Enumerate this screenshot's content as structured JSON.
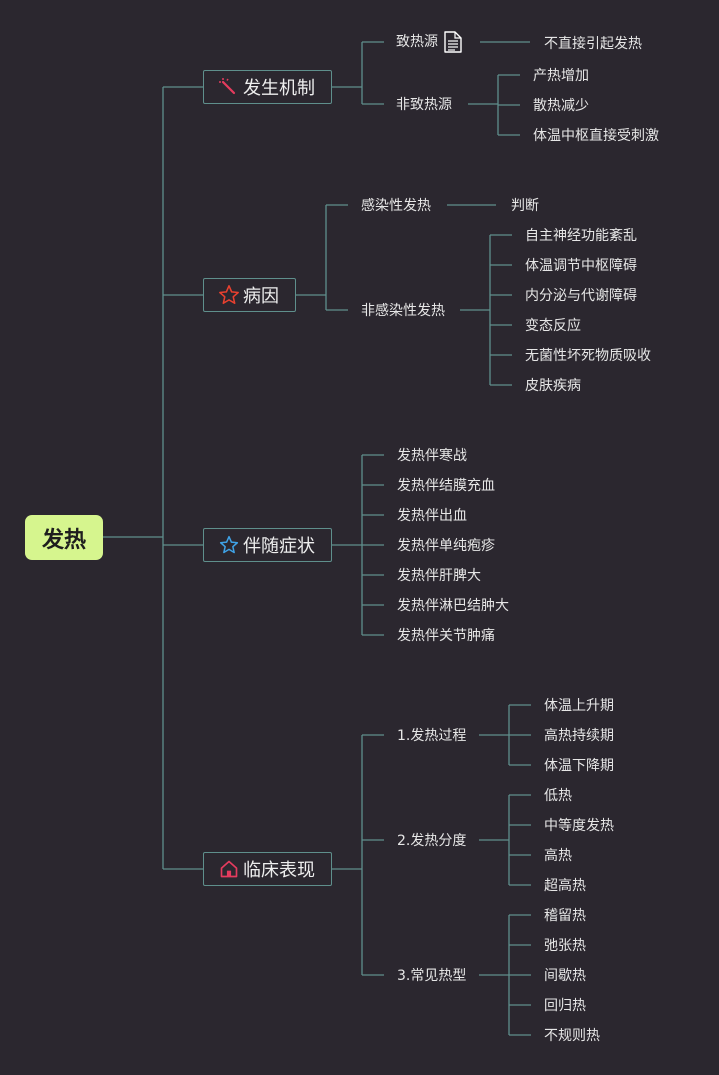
{
  "root": {
    "label": "发热"
  },
  "branches": [
    {
      "label": "发生机制",
      "icon": "magic-wand-icon",
      "children": [
        {
          "label": "致热源",
          "icon": "document-icon",
          "children": [
            "不直接引起发热"
          ]
        },
        {
          "label": "非致热源",
          "children": [
            "产热增加",
            "散热减少",
            "体温中枢直接受刺激"
          ]
        }
      ]
    },
    {
      "label": "病因",
      "icon": "star-outline-red-icon",
      "children": [
        {
          "label": "感染性发热",
          "children": [
            "判断"
          ]
        },
        {
          "label": "非感染性发热",
          "children": [
            "自主神经功能紊乱",
            "体温调节中枢障碍",
            "内分泌与代谢障碍",
            "变态反应",
            "无菌性坏死物质吸收",
            "皮肤疾病"
          ]
        }
      ]
    },
    {
      "label": "伴随症状",
      "icon": "star-outline-blue-icon",
      "children": [
        {
          "label": "发热伴寒战"
        },
        {
          "label": "发热伴结膜充血"
        },
        {
          "label": "发热伴出血"
        },
        {
          "label": "发热伴单纯疱疹"
        },
        {
          "label": "发热伴肝脾大"
        },
        {
          "label": "发热伴淋巴结肿大"
        },
        {
          "label": "发热伴关节肿痛"
        }
      ]
    },
    {
      "label": "临床表现",
      "icon": "home-icon",
      "children": [
        {
          "label": "1.发热过程",
          "children": [
            "体温上升期",
            "高热持续期",
            "体温下降期"
          ]
        },
        {
          "label": "2.发热分度",
          "children": [
            "低热",
            "中等度发热",
            "高热",
            "超高热"
          ]
        },
        {
          "label": "3.常见热型",
          "children": [
            "稽留热",
            "弛张热",
            "间歇热",
            "回归热",
            "不规则热"
          ]
        }
      ]
    }
  ],
  "colors": {
    "background": "#2b272f",
    "line": "#5f8f8c",
    "root_fill": "#d6f58e"
  }
}
